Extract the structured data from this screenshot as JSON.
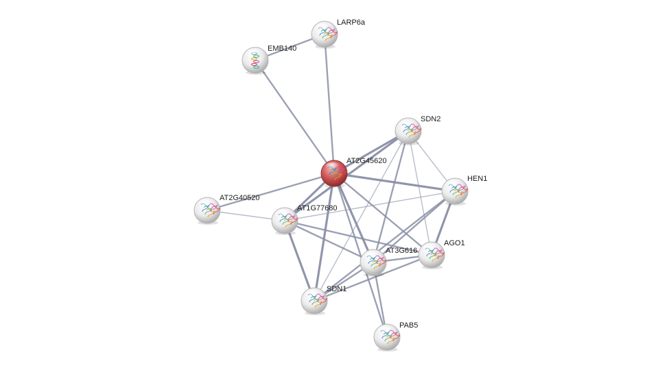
{
  "network": {
    "nodes": [
      {
        "id": "LARP6a",
        "label": "LARP6a",
        "query": false,
        "glyph": "ribbon-icon"
      },
      {
        "id": "EMB140",
        "label": "EMB140",
        "query": false,
        "glyph": "helix-icon"
      },
      {
        "id": "SDN2",
        "label": "SDN2",
        "query": false,
        "glyph": "ribbon-icon"
      },
      {
        "id": "AT2G45620",
        "label": "AT2G45620",
        "query": true,
        "glyph": "ribbon-icon"
      },
      {
        "id": "HEN1",
        "label": "HEN1",
        "query": false,
        "glyph": "ribbon-icon"
      },
      {
        "id": "AT2G40520",
        "label": "AT2G40520",
        "query": false,
        "glyph": "ribbon-icon"
      },
      {
        "id": "AT1G77680",
        "label": "AT1G77680",
        "query": false,
        "glyph": "ribbon-icon"
      },
      {
        "id": "AGO1",
        "label": "AGO1",
        "query": false,
        "glyph": "ribbon-icon"
      },
      {
        "id": "AT3G616",
        "label": "AT3G616",
        "query": false,
        "glyph": "ribbon-icon"
      },
      {
        "id": "SDN1",
        "label": "SDN1",
        "query": false,
        "glyph": "ribbon-icon"
      },
      {
        "id": "PAB5",
        "label": "PAB5",
        "query": false,
        "glyph": "ribbon-icon"
      }
    ],
    "edges": [
      {
        "source": "EMB140",
        "target": "LARP6a",
        "strength": 2
      },
      {
        "source": "EMB140",
        "target": "AT2G45620",
        "strength": 2
      },
      {
        "source": "LARP6a",
        "target": "AT2G45620",
        "strength": 2
      },
      {
        "source": "AT2G45620",
        "target": "SDN2",
        "strength": 3
      },
      {
        "source": "AT2G45620",
        "target": "HEN1",
        "strength": 3
      },
      {
        "source": "AT2G45620",
        "target": "AT2G40520",
        "strength": 2
      },
      {
        "source": "AT2G45620",
        "target": "AT1G77680",
        "strength": 3
      },
      {
        "source": "AT2G45620",
        "target": "AGO1",
        "strength": 2
      },
      {
        "source": "AT2G45620",
        "target": "AT3G616",
        "strength": 3
      },
      {
        "source": "AT2G45620",
        "target": "SDN1",
        "strength": 3
      },
      {
        "source": "AT2G45620",
        "target": "PAB5",
        "strength": 2
      },
      {
        "source": "AT1G77680",
        "target": "SDN2",
        "strength": 3
      },
      {
        "source": "AT2G40520",
        "target": "AT1G77680",
        "strength": 1
      },
      {
        "source": "AT1G77680",
        "target": "HEN1",
        "strength": 1
      },
      {
        "source": "AT1G77680",
        "target": "AT3G616",
        "strength": 2
      },
      {
        "source": "AT1G77680",
        "target": "AGO1",
        "strength": 2
      },
      {
        "source": "AT1G77680",
        "target": "SDN1",
        "strength": 3
      },
      {
        "source": "SDN2",
        "target": "HEN1",
        "strength": 1
      },
      {
        "source": "SDN2",
        "target": "AGO1",
        "strength": 1
      },
      {
        "source": "SDN2",
        "target": "AT3G616",
        "strength": 2
      },
      {
        "source": "SDN2",
        "target": "SDN1",
        "strength": 1
      },
      {
        "source": "HEN1",
        "target": "AGO1",
        "strength": 3
      },
      {
        "source": "HEN1",
        "target": "AT3G616",
        "strength": 2
      },
      {
        "source": "HEN1",
        "target": "SDN1",
        "strength": 2
      },
      {
        "source": "AGO1",
        "target": "AT3G616",
        "strength": 2
      },
      {
        "source": "AGO1",
        "target": "SDN1",
        "strength": 2
      },
      {
        "source": "AT3G616",
        "target": "SDN1",
        "strength": 2
      },
      {
        "source": "AT3G616",
        "target": "PAB5",
        "strength": 2
      }
    ]
  },
  "colors": {
    "edge": "#8a8fa6",
    "node_fill": "#eeeeee",
    "node_stroke": "#b5b5b5",
    "query_fill": "#c94a4a",
    "query_stroke": "#8e2c2c"
  }
}
